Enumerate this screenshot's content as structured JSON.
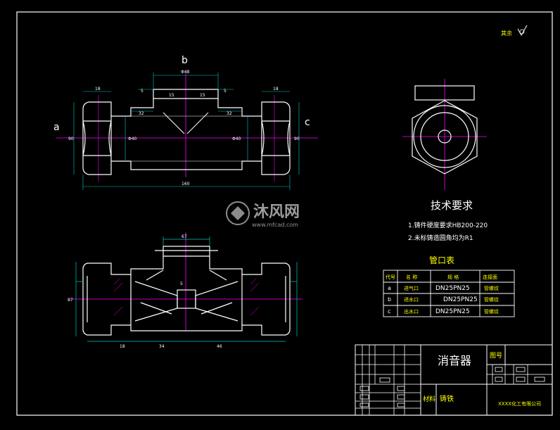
{
  "views": {
    "label_a": "a",
    "label_b": "b",
    "label_c": "c",
    "surface_note": "其余"
  },
  "dimensions": {
    "top_width": "Φ48",
    "left_len": "18",
    "right_len": "18",
    "step_a": "5",
    "step_b": "15",
    "step_c": "15",
    "step_d": "5",
    "inner_a": "32",
    "inner_b": "32",
    "left_dia": "90",
    "bore_left": "Φ40",
    "bore_right": "Φ40",
    "right_dia": "90",
    "total_len": "160",
    "sec_top": "67",
    "sec_left": "18",
    "sec_mid": "34",
    "sec_right": "46",
    "sec_five": "5",
    "sec_dia": "87"
  },
  "technical_requirements": {
    "title": "技术要求",
    "items": [
      "1.铸件硬度要求HB200-220",
      "2.未标铸造圆角均为R1"
    ]
  },
  "port_table": {
    "title": "管口表",
    "headers": [
      "代号",
      "名 称",
      "规 格",
      "连接面"
    ],
    "rows": [
      [
        "a",
        "进气口",
        "DN25PN25",
        "管螺纹"
      ],
      [
        "b",
        "进水口",
        "DN25PN25",
        "管螺纹"
      ],
      [
        "c",
        "出水口",
        "DN25PN25",
        "管螺纹"
      ]
    ]
  },
  "title_block": {
    "part_name": "消音器",
    "drawing_no_label": "图号",
    "material_label": "材料",
    "material": "铸铁",
    "company": "XXXX化工有限公司"
  },
  "watermark": {
    "brand": "沐风网",
    "url": "www.mfcad.com"
  },
  "colors": {
    "background": "#000000",
    "outline": "#ffffff",
    "centerline": "#ff00ff",
    "dimension": "#00c8c8",
    "text_accent": "#ffff00"
  }
}
